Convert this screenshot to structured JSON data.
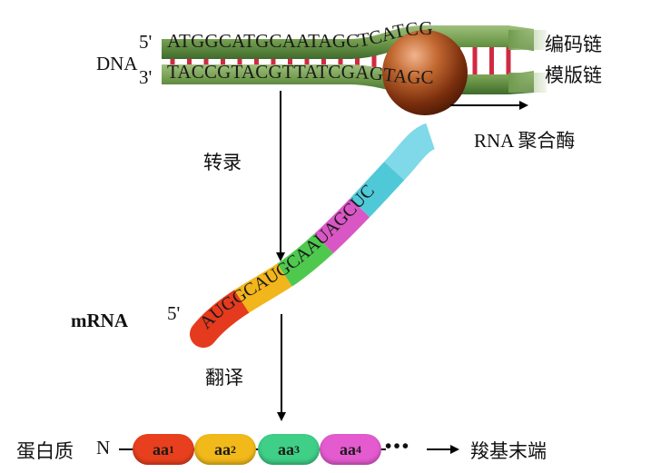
{
  "dna": {
    "label": "DNA",
    "coding_end": "5'",
    "template_end": "3'",
    "coding_seq": "ATGGCATGCAATAGCTCATCG",
    "template_seq": "TACCGTACGTTATCGAGTAGC",
    "coding_label": "编码链",
    "template_label": "模版链"
  },
  "polymerase_label": "RNA 聚合酶",
  "transcription_label": "转录",
  "translation_label": "翻译",
  "mrna": {
    "label": "mRNA",
    "end": "5'",
    "seq": "AUGGCAUGCAAUAGCUC",
    "codon_colors": [
      "#e53a1e",
      "#f2b51c",
      "#4ec94e",
      "#d957c4",
      "#4fc9d8",
      "#7fd9e8"
    ]
  },
  "protein": {
    "label": "蛋白质",
    "n_end": "N",
    "c_end": "羧基末端",
    "ellipsis": "•••",
    "residues": [
      {
        "name": "aa",
        "index": "1",
        "color": "#e8401e"
      },
      {
        "name": "aa",
        "index": "2",
        "color": "#f2b91a"
      },
      {
        "name": "aa",
        "index": "3",
        "color": "#3fcf86"
      },
      {
        "name": "aa",
        "index": "4",
        "color": "#e45bcf"
      }
    ]
  },
  "colors": {
    "strand": "#6f9a4b",
    "strand_dark": "#3f6a2c",
    "base_pair": "#d02a43",
    "enzyme": "#8a3a12",
    "arrow": "#000000"
  }
}
